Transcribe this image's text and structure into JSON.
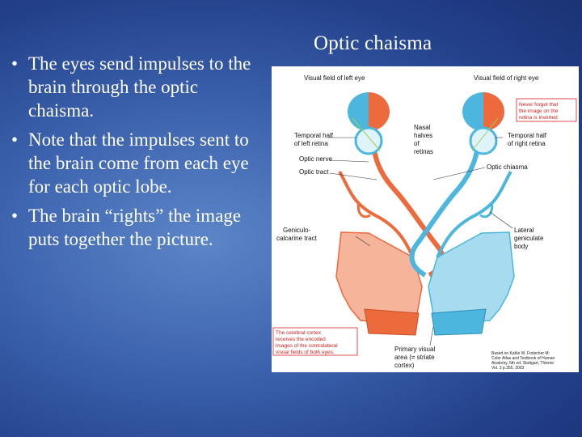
{
  "slide": {
    "title": "Optic chaisma",
    "bullets": [
      "The eyes send impulses to the brain through the optic chaisma.",
      "Note that the impulses sent to the brain come from each eye for each optic lobe.",
      "The brain “rights” the image puts together the picture."
    ]
  },
  "figure": {
    "labels": {
      "left_field": "Visual field of left eye",
      "right_field": "Visual field of right eye",
      "nasal": [
        "Nasal",
        "halves",
        "of",
        "retinas"
      ],
      "temporal_left": [
        "Temporal half",
        "of left retina"
      ],
      "temporal_right": [
        "Temporal half",
        "of right retina"
      ],
      "optic_nerve": "Optic nerve",
      "optic_tract": "Optic tract",
      "optic_chiasma": "Optic chiasma",
      "geniculo": [
        "Geniculo-",
        "calcarine tract"
      ],
      "lateral": [
        "Lateral",
        "geniculate",
        "body"
      ],
      "primary": [
        "Primary visual",
        "area (= striate",
        "cortex)"
      ]
    },
    "note_top": [
      "Never forget that",
      "the image on the",
      "retina is inverted"
    ],
    "note_bottom": [
      "The cerebral cortex",
      "receives the encoded",
      "images of the contralateral",
      "visual fields of both eyes."
    ],
    "citation": [
      "Based on Kahle W, Frotscher M:",
      "Color Atlas and Textbook of Human",
      "Anatomy, 5th ed. Stuttgart, Thieme",
      "Vol. 3 p.355, 2003"
    ],
    "colors": {
      "left_pathway": "#ec6a3c",
      "right_pathway": "#4cb6de",
      "note_red": "#d82020"
    }
  }
}
